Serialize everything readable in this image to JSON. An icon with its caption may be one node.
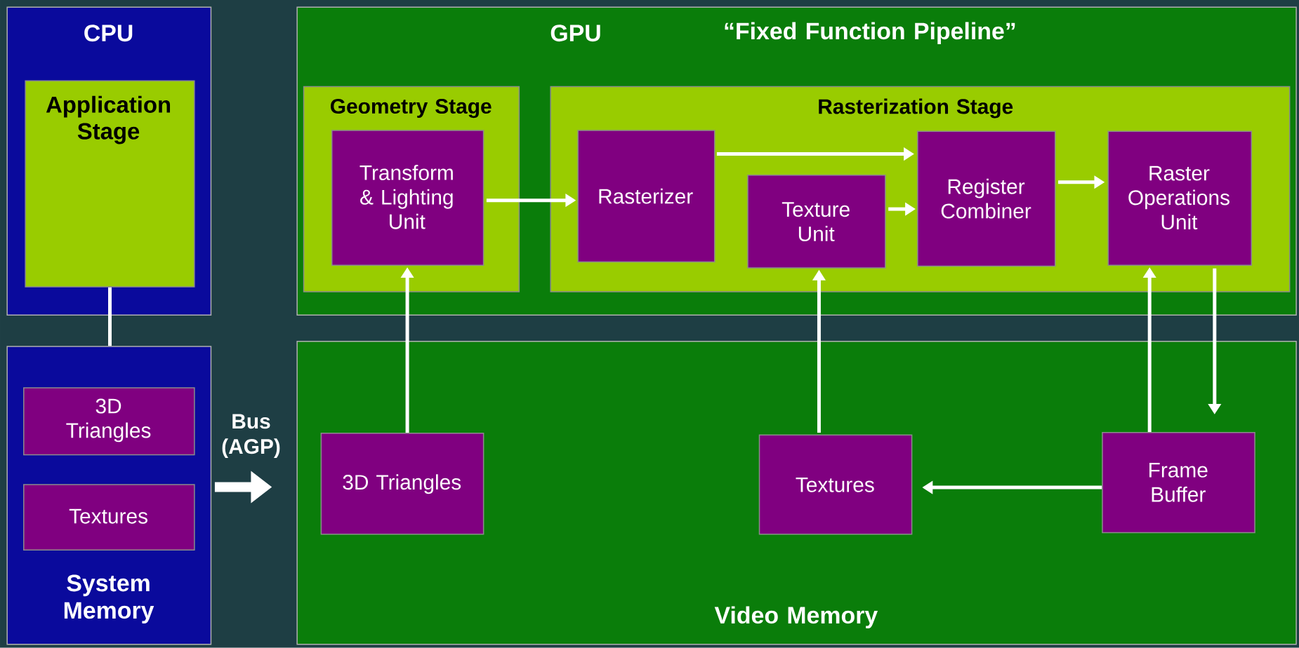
{
  "diagram": {
    "nodes": [
      {
        "text": [
          "CPU"
        ]
      },
      {
        "text": [
          "Application Stage"
        ],
        "in": 0
      },
      {
        "text": [
          "System Memory"
        ]
      },
      {
        "text": [
          "3D Triangles"
        ],
        "in": 2
      },
      {
        "text": [
          "Textures"
        ],
        "in": 2
      },
      {
        "text": [
          "GPU",
          "“Fixed Function Pipeline”"
        ]
      },
      {
        "text": [
          "Geometry Stage"
        ],
        "in": 5
      },
      {
        "text": [
          "Transform & Lighting Unit"
        ],
        "in": 6
      },
      {
        "text": [
          "Rasterization Stage"
        ],
        "in": 5
      },
      {
        "text": [
          "Rasterizer"
        ],
        "in": 8
      },
      {
        "text": [
          "Texture Unit"
        ],
        "in": 8
      },
      {
        "text": [
          "Register Combiner"
        ],
        "in": 8
      },
      {
        "text": [
          "Raster Operations Unit"
        ],
        "in": 8
      },
      {
        "text": [
          "Video Memory"
        ]
      },
      {
        "text": [
          "3D Triangles"
        ],
        "in": 13
      },
      {
        "text": [
          "Textures"
        ],
        "in": 13
      },
      {
        "text": [
          "Frame Buffer"
        ],
        "in": 13
      }
    ],
    "edges": [
      {
        "from": 1,
        "to": 2,
        "arrow": "none"
      },
      {
        "from": 2,
        "to": 13,
        "arrow": "to",
        "label": "Bus (AGP)",
        "style": "thick"
      },
      {
        "from": 14,
        "to": 7,
        "arrow": "to"
      },
      {
        "from": 7,
        "to": 9,
        "arrow": "to"
      },
      {
        "from": 9,
        "to": 11,
        "arrow": "to"
      },
      {
        "from": 10,
        "to": 11,
        "arrow": "to"
      },
      {
        "from": 15,
        "to": 10,
        "arrow": "to"
      },
      {
        "from": 11,
        "to": 12,
        "arrow": "to"
      },
      {
        "from": 12,
        "to": 16,
        "arrow": "to"
      },
      {
        "from": 16,
        "to": 12,
        "arrow": "to"
      },
      {
        "from": 16,
        "to": 15,
        "arrow": "to"
      }
    ]
  }
}
